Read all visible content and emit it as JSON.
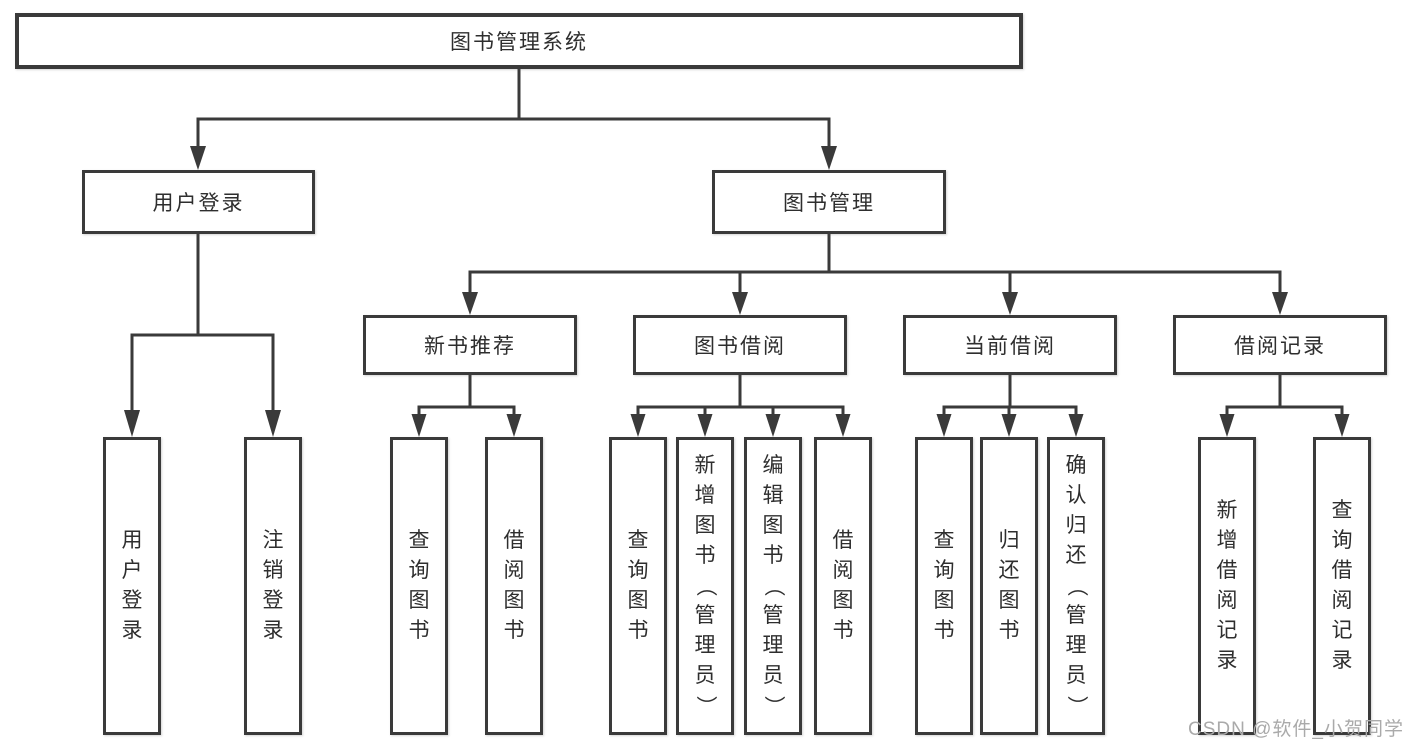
{
  "diagram": {
    "root": {
      "label": "图书管理系统"
    },
    "branches": [
      {
        "label": "用户登录",
        "leaves": [
          {
            "label": "用户登录"
          },
          {
            "label": "注销登录"
          }
        ]
      },
      {
        "label": "图书管理",
        "sections": [
          {
            "label": "新书推荐",
            "leaves": [
              {
                "label": "查询图书"
              },
              {
                "label": "借阅图书"
              }
            ]
          },
          {
            "label": "图书借阅",
            "leaves": [
              {
                "label": "查询图书"
              },
              {
                "label": "新增图书（管理员）"
              },
              {
                "label": "编辑图书（管理员）"
              },
              {
                "label": "借阅图书"
              }
            ]
          },
          {
            "label": "当前借阅",
            "leaves": [
              {
                "label": "查询图书"
              },
              {
                "label": "归还图书"
              },
              {
                "label": "确认归还（管理员）"
              }
            ]
          },
          {
            "label": "借阅记录",
            "leaves": [
              {
                "label": "新增借阅记录"
              },
              {
                "label": "查询借阅记录"
              }
            ]
          }
        ]
      }
    ]
  },
  "watermark": {
    "text": "CSDN @软件_小贺同学"
  },
  "colors": {
    "line": "#3a3a3a",
    "text": "#2e2e2e",
    "background": "#ffffff",
    "watermark": "#aaaaaa"
  }
}
